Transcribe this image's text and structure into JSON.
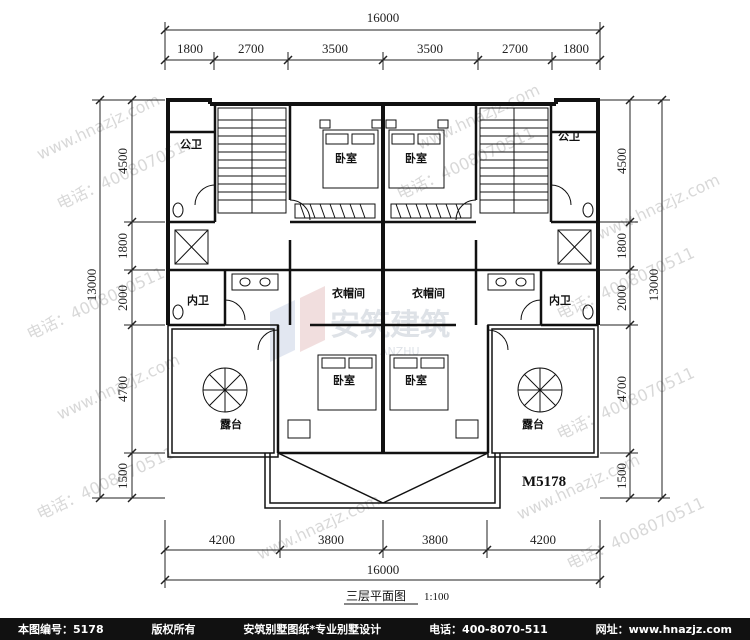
{
  "dimensions": {
    "top_total": "16000",
    "top_segments": [
      "1800",
      "2700",
      "3500",
      "3500",
      "2700",
      "1800"
    ],
    "bottom_segments": [
      "4200",
      "3800",
      "3800",
      "4200"
    ],
    "bottom_total": "16000",
    "left_segments": [
      "4500",
      "1800",
      "2000",
      "4700",
      "1500"
    ],
    "left_total": "13000",
    "right_segments": [
      "4500",
      "1800",
      "2000",
      "4700",
      "1500"
    ],
    "right_total": "13000"
  },
  "rooms": {
    "public_bath": "公卫",
    "bedroom": "卧室",
    "walk_in_closet": "衣帽间",
    "inner_bath": "内卫",
    "terrace": "露台"
  },
  "plan_code": "M5178",
  "title": {
    "name": "三层平面图",
    "scale": "1:100"
  },
  "watermarks": {
    "url": "www.hnazjz.com",
    "phone": "电话：4008070511",
    "logo_text": "安筑建筑",
    "logo_sub": "ANZHU"
  },
  "footer": {
    "code": "本图编号：5178",
    "copyright": "版权所有",
    "slogan": "安筑别墅图纸*专业别墅设计",
    "phone": "电话：400-8070-511",
    "website": "网址：www.hnazjz.com"
  }
}
